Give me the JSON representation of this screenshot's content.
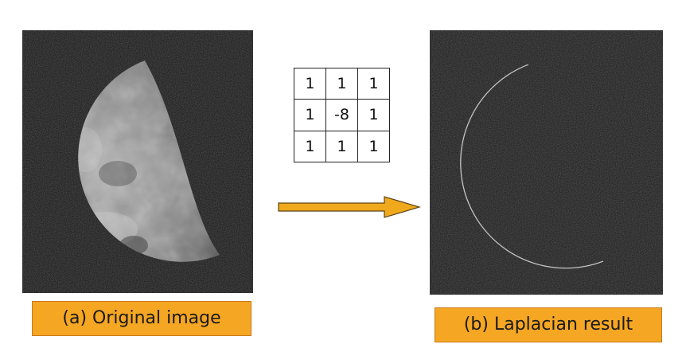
{
  "captions": {
    "original": "(a) Original image",
    "result": "(b) Laplacian result"
  },
  "kernel": [
    [
      "1",
      "1",
      "1"
    ],
    [
      "1",
      "-8",
      "1"
    ],
    [
      "1",
      "1",
      "1"
    ]
  ],
  "colors": {
    "caption_fill": "#f5a623",
    "arrow_fill": "#f0a81c",
    "image_background": "#151515"
  },
  "icons": {
    "arrow": "right-arrow-icon"
  }
}
